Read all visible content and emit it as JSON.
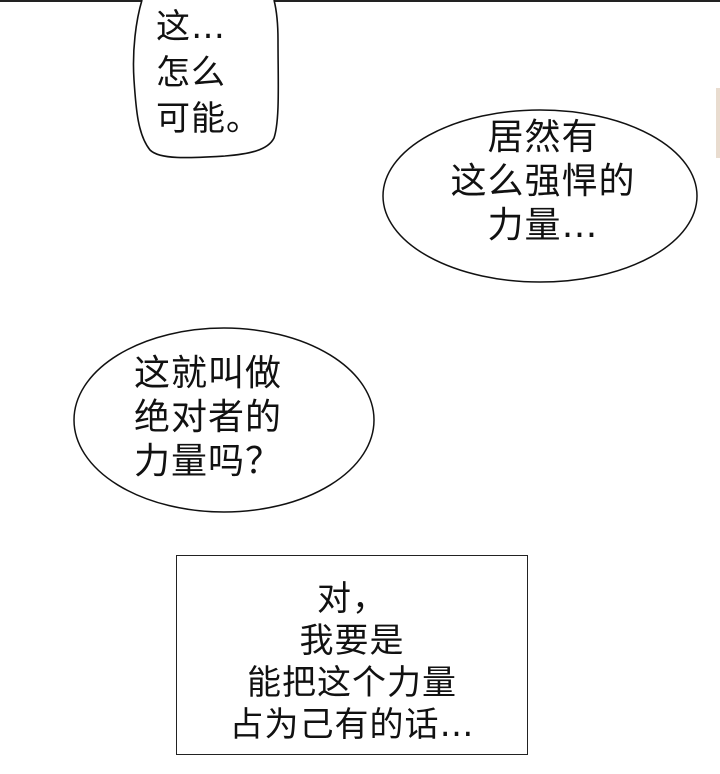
{
  "bubbles": [
    {
      "lines": [
        "这…",
        "怎么",
        "可能。"
      ]
    },
    {
      "lines": [
        "居然有",
        "这么强悍的",
        "力量…"
      ]
    },
    {
      "lines": [
        "这就叫做",
        "绝对者的",
        "力量吗？"
      ]
    }
  ],
  "narration": {
    "lines": [
      "对，",
      "我要是",
      "能把这个力量",
      "占为己有的话…"
    ]
  }
}
